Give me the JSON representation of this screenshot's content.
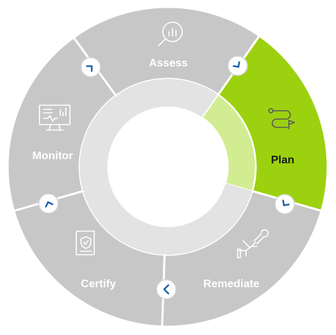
{
  "colors": {
    "segment_gray": "#c7c7c7",
    "inner_ring_gray": "#e3e3e3",
    "active_outer": "#9cd10f",
    "active_inner": "#d2ec91",
    "separator": "#ffffff",
    "connector_border": "#d4d4d4",
    "chevron": "#1f5fa8",
    "label_light": "#ffffff",
    "label_active": "#1a1a1a"
  },
  "segments": [
    {
      "id": "assess",
      "label": "Assess",
      "icon": "magnifier-chart-icon",
      "active": false
    },
    {
      "id": "plan",
      "label": "Plan",
      "icon": "route-flag-icon",
      "active": true
    },
    {
      "id": "remediate",
      "label": "Remediate",
      "icon": "hand-wrench-icon",
      "active": false
    },
    {
      "id": "certify",
      "label": "Certify",
      "icon": "certificate-scroll-icon",
      "active": false
    },
    {
      "id": "monitor",
      "label": "Monitor",
      "icon": "monitor-dashboard-icon",
      "active": false
    }
  ]
}
